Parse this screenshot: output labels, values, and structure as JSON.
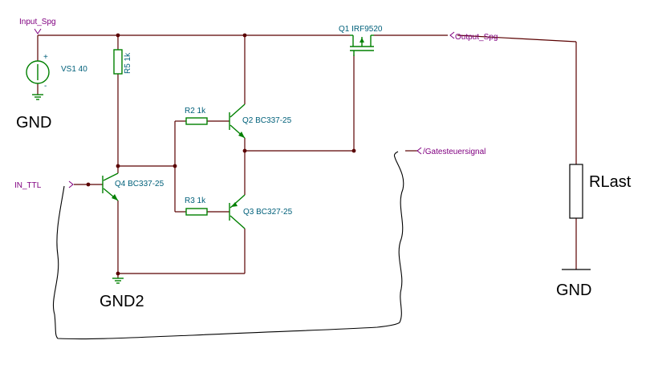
{
  "nets": {
    "input_spg": "Input_Spg",
    "output_spg": "Output_Spg",
    "in_ttl": "IN_TTL",
    "gatesteuersignal": "/Gatesteuersignal"
  },
  "components": {
    "vs1": "VS1 40",
    "r5": "R5 1k",
    "r2": "R2 1k",
    "r3": "R3 1k",
    "q1": "Q1 IRF9520",
    "q2": "Q2 BC337-25",
    "q3": "Q3 BC327-25",
    "q4": "Q4 BC337-25"
  },
  "handwritten": {
    "gnd_source": "GND",
    "gnd2": "GND2",
    "rlast": "RLast",
    "gnd_load": "GND"
  },
  "symbols": {
    "vs1_plus": "+",
    "vs1_minus": "-"
  }
}
